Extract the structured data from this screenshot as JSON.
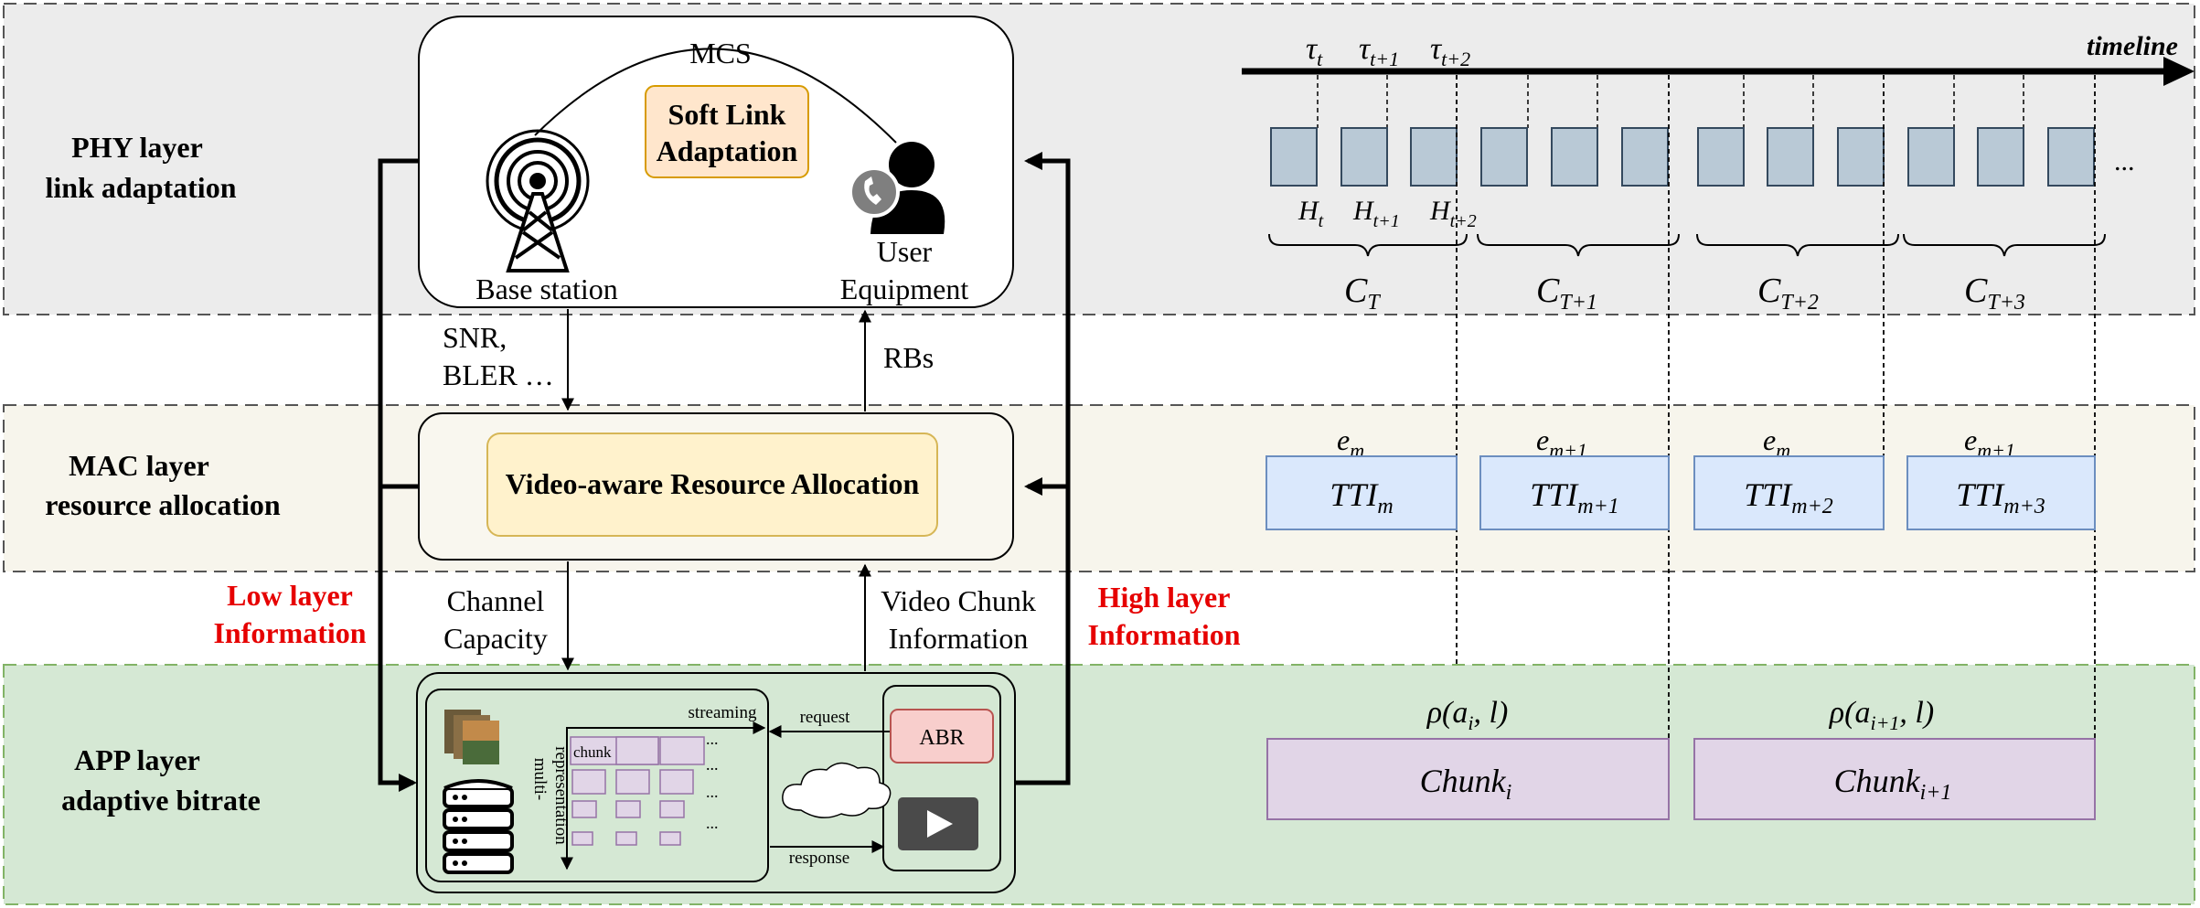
{
  "colors": {
    "phy_band": "#ececec",
    "mac_band": "#f7f5ec",
    "app_band": "#d5e8d4",
    "accent_red": "#e60000",
    "soft_link_fill": "#ffe6cc",
    "var_fill": "#fff2cc",
    "abr_fill": "#f8cecc",
    "tti_fill": "#dae8fc",
    "chunk_fill": "#e1d5e7"
  },
  "layers": {
    "phy": {
      "line1": "PHY layer",
      "line2": "link adaptation"
    },
    "mac": {
      "line1": "MAC layer",
      "line2": "resource allocation"
    },
    "app": {
      "line1": "APP layer",
      "line2": "adaptive bitrate"
    }
  },
  "phy_box": {
    "mcs": "MCS",
    "soft_link_line1": "Soft Link",
    "soft_link_line2": "Adaptation",
    "base_station": "Base station",
    "ue_line1": "User",
    "ue_line2": "Equipment"
  },
  "links": {
    "snr_line1": "SNR,",
    "snr_line2": "BLER …",
    "rbs": "RBs",
    "capacity_line1": "Channel",
    "capacity_line2": "Capacity",
    "chunk_info_line1": "Video Chunk",
    "chunk_info_line2": "Information"
  },
  "mac_box": {
    "label": "Video-aware Resource Allocation"
  },
  "side_labels": {
    "low_line1": "Low layer",
    "low_line2": "Information",
    "high_line1": "High layer",
    "high_line2": "Information"
  },
  "app_box": {
    "streaming": "streaming",
    "chunk": "chunk",
    "multi_rep_line1": "multi-",
    "multi_rep_line2": "representation",
    "request": "request",
    "response": "response",
    "abr": "ABR",
    "ellipsis": "..."
  },
  "timeline": {
    "label": "timeline",
    "taus": [
      {
        "base": "τ",
        "sub": "t"
      },
      {
        "base": "τ",
        "sub": "t+1"
      },
      {
        "base": "τ",
        "sub": "t+2"
      }
    ],
    "hs": [
      {
        "base": "H",
        "sub": "t"
      },
      {
        "base": "H",
        "sub": "t+1"
      },
      {
        "base": "H",
        "sub": "t+2"
      }
    ],
    "more": "...",
    "cs": [
      {
        "base": "C",
        "sub": "T"
      },
      {
        "base": "C",
        "sub": "T+1"
      },
      {
        "base": "C",
        "sub": "T+2"
      },
      {
        "base": "C",
        "sub": "T+3"
      }
    ]
  },
  "tti": [
    {
      "e_base": "e",
      "e_sub": "m",
      "label": "TTI",
      "sub": "m"
    },
    {
      "e_base": "e",
      "e_sub": "m+1",
      "label": "TTI",
      "sub": "m+1"
    },
    {
      "e_base": "e",
      "e_sub": "m",
      "label": "TTI",
      "sub": "m+2"
    },
    {
      "e_base": "e",
      "e_sub": "m+1",
      "label": "TTI",
      "sub": "m+3"
    }
  ],
  "chunks": [
    {
      "rho": "ρ(a",
      "rho_sub": "i",
      "rho_tail": ", l)",
      "label": "Chunk",
      "sub": "i"
    },
    {
      "rho": "ρ(a",
      "rho_sub": "i+1",
      "rho_tail": ", l)",
      "label": "Chunk",
      "sub": "i+1"
    }
  ]
}
